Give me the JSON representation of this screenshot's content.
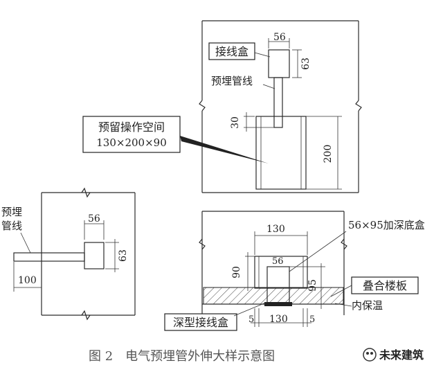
{
  "top_view": {
    "junction_box_label": "接线盒",
    "conduit_label": "预埋管线",
    "reserve_space_line1": "预留操作空间",
    "reserve_space_line2": "130×200×90",
    "dim_56": "56",
    "dim_63": "63",
    "dim_30": "30",
    "dim_200": "200"
  },
  "left_view": {
    "conduit_label_line1": "预埋",
    "conduit_label_line2": "管线",
    "dim_56": "56",
    "dim_63": "63",
    "dim_100": "100"
  },
  "section_view": {
    "dim_130_top": "130",
    "deep_bottom_box_label": "56×95加深底盒",
    "dim_56": "56",
    "dim_90": "90",
    "dim_95": "95",
    "slab_label": "叠合楼板",
    "insulation_label": "内保温",
    "deep_junction_box_label": "深型接线盒",
    "dim_5_left": "5",
    "dim_130_bottom": "130",
    "dim_5_right": "5"
  },
  "caption": "图 2　电气预埋管外伸大样示意图",
  "brand": "未来建筑"
}
